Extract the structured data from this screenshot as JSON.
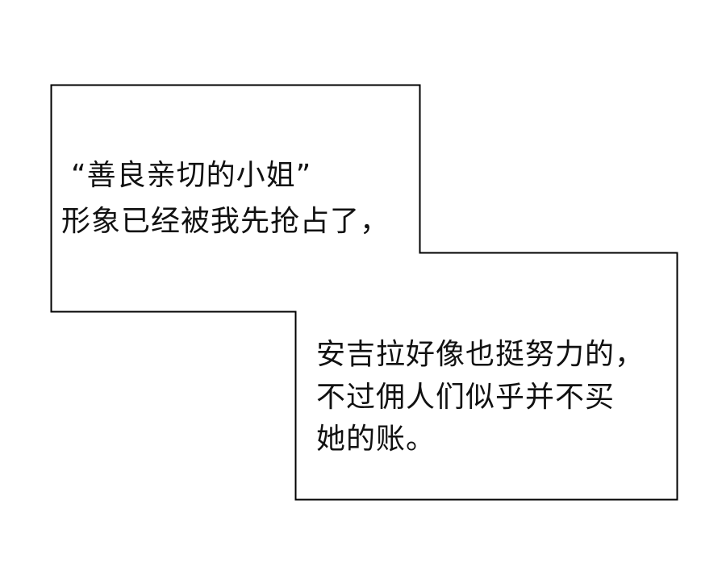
{
  "caption_box_1": {
    "lines": [
      "“善良亲切的小姐”",
      "形象已经被我先抢占了，"
    ]
  },
  "caption_box_2": {
    "lines": [
      "安吉拉好像也挺努力的，",
      "不过佣人们似乎并不买",
      "她的账。"
    ]
  },
  "colors": {
    "border": "#000000",
    "background": "#ffffff",
    "text": "#111111"
  }
}
